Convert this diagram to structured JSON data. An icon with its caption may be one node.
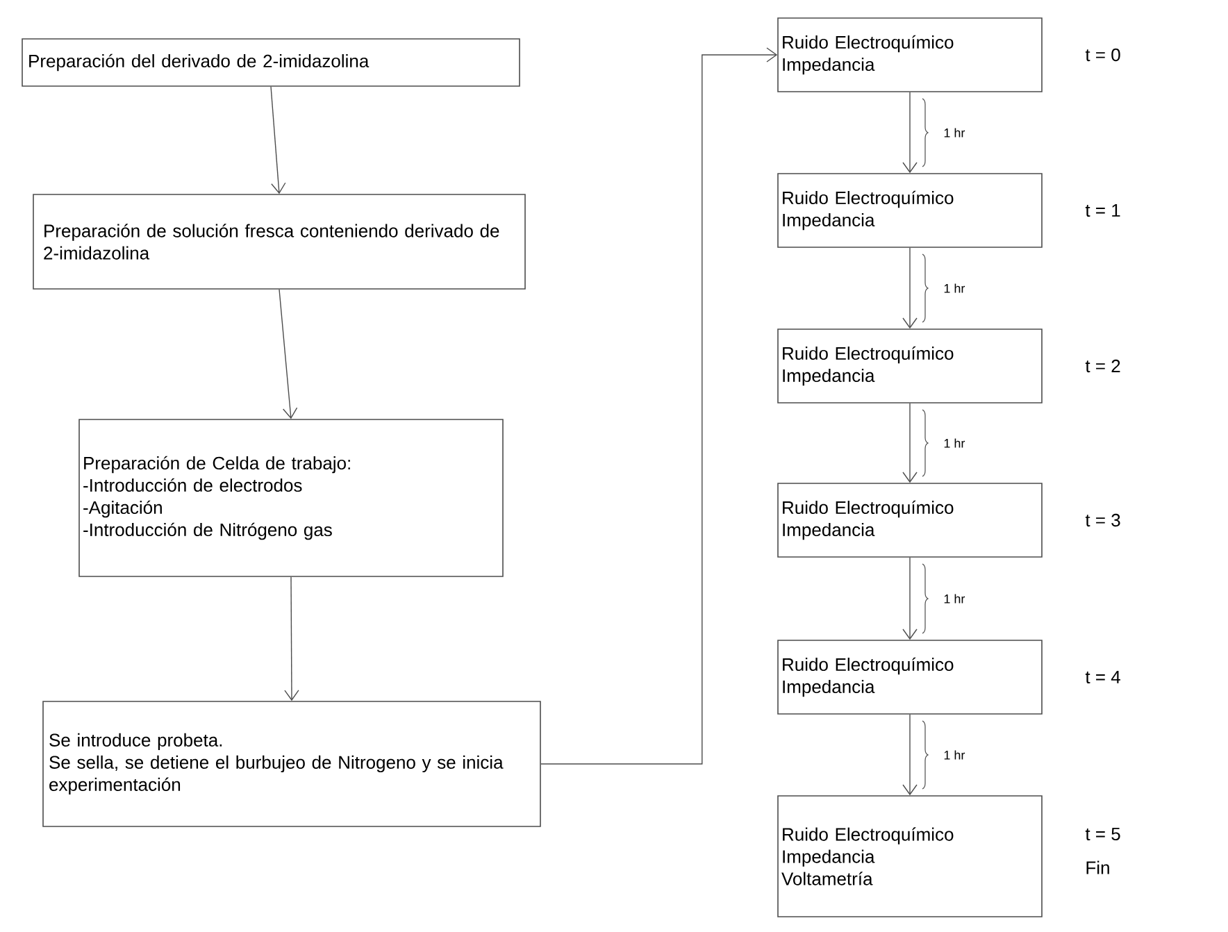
{
  "diagram": {
    "nodes": [
      {
        "text": [
          "Preparación del derivado de 2-imidazolina"
        ]
      },
      {
        "text": [
          "Preparación de solución fresca conteniendo derivado de 2-imidazolina"
        ]
      },
      {
        "text": [
          "Preparación de Celda de trabajo:",
          "-Introducción de electrodos",
          "-Agitación",
          "-Introducción de Nitrógeno gas"
        ]
      },
      {
        "text": [
          "Se introduce probeta.",
          "Se sella, se detiene el burbujeo de Nitrogeno y se inicia experimentación"
        ]
      },
      {
        "text": [
          "Ruido Electroquímico",
          "Impedancia"
        ],
        "beside": [
          "t = 0"
        ]
      },
      {
        "text": [
          "Ruido Electroquímico",
          "Impedancia"
        ],
        "beside": [
          "t = 1"
        ]
      },
      {
        "text": [
          "Ruido Electroquímico",
          "Impedancia"
        ],
        "beside": [
          "t = 2"
        ]
      },
      {
        "text": [
          "Ruido Electroquímico",
          "Impedancia"
        ],
        "beside": [
          "t = 3"
        ]
      },
      {
        "text": [
          "Ruido Electroquímico",
          "Impedancia"
        ],
        "beside": [
          "t = 4"
        ]
      },
      {
        "text": [
          "Ruido Electroquímico",
          "Impedancia",
          "Voltametría"
        ],
        "beside": [
          "t = 5",
          "Fin"
        ]
      }
    ],
    "edges": [
      {
        "from": 0,
        "to": 1,
        "arrow": "to"
      },
      {
        "from": 1,
        "to": 2,
        "arrow": "to"
      },
      {
        "from": 2,
        "to": 3,
        "arrow": "to"
      },
      {
        "from": 3,
        "to": 4,
        "arrow": "to"
      },
      {
        "from": 4,
        "to": 5,
        "arrow": "to",
        "label": "1 hr"
      },
      {
        "from": 5,
        "to": 6,
        "arrow": "to",
        "label": "1 hr"
      },
      {
        "from": 6,
        "to": 7,
        "arrow": "to",
        "label": "1 hr"
      },
      {
        "from": 7,
        "to": 8,
        "arrow": "to",
        "label": "1 hr"
      },
      {
        "from": 8,
        "to": 9,
        "arrow": "to",
        "label": "1 hr"
      }
    ]
  }
}
